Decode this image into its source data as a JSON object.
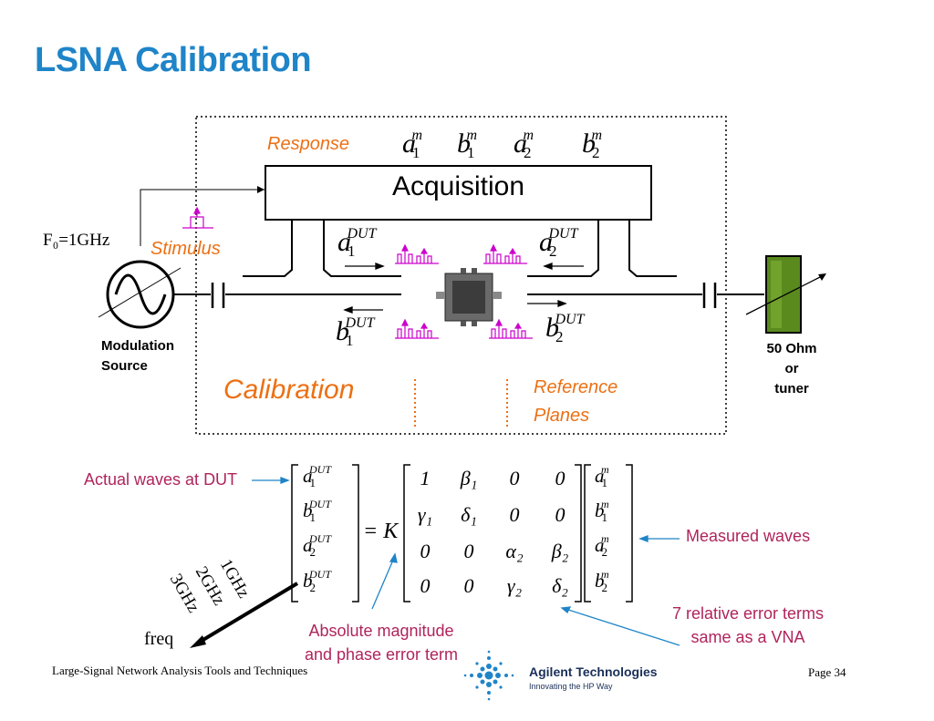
{
  "title": "LSNA Calibration",
  "diagram": {
    "response_label": "Response",
    "stimulus_label": "Stimulus",
    "acquisition_label": "Acquisition",
    "calibration_label": "Calibration",
    "reference_planes_line1": "Reference",
    "reference_planes_line2": "Planes",
    "frequency_label": "F₀=1GHz",
    "source_label_line1": "Modulation",
    "source_label_line2": "Source",
    "load_label_line1": "50 Ohm",
    "load_label_line2": "or",
    "load_label_line3": "tuner",
    "measured_waves": [
      {
        "base": "a",
        "sub": "1",
        "sup": "m"
      },
      {
        "base": "b",
        "sub": "1",
        "sup": "m"
      },
      {
        "base": "a",
        "sub": "2",
        "sup": "m"
      },
      {
        "base": "b",
        "sub": "2",
        "sup": "m"
      }
    ],
    "dut_waves": [
      {
        "base": "a",
        "sub": "1",
        "sup": "DUT"
      },
      {
        "base": "a",
        "sub": "2",
        "sup": "DUT"
      },
      {
        "base": "b",
        "sub": "1",
        "sup": "DUT"
      },
      {
        "base": "b",
        "sub": "2",
        "sup": "DUT"
      }
    ]
  },
  "equation": {
    "lhs": [
      {
        "base": "a",
        "sub": "1",
        "sup": "DUT"
      },
      {
        "base": "b",
        "sub": "1",
        "sup": "DUT"
      },
      {
        "base": "a",
        "sub": "2",
        "sup": "DUT"
      },
      {
        "base": "b",
        "sub": "2",
        "sup": "DUT"
      }
    ],
    "equals_k": "= K",
    "matrix": [
      [
        "1",
        "β₁",
        "0",
        "0"
      ],
      [
        "γ₁",
        "δ₁",
        "0",
        "0"
      ],
      [
        "0",
        "0",
        "α₂",
        "β₂"
      ],
      [
        "0",
        "0",
        "γ₂",
        "δ₂"
      ]
    ],
    "rhs": [
      {
        "base": "a",
        "sub": "1",
        "sup": "m"
      },
      {
        "base": "b",
        "sub": "1",
        "sup": "m"
      },
      {
        "base": "a",
        "sub": "2",
        "sup": "m"
      },
      {
        "base": "b",
        "sub": "2",
        "sup": "m"
      }
    ]
  },
  "annotations": {
    "actual_waves": "Actual waves at DUT",
    "measured_waves": "Measured waves",
    "error_terms_line1": "7 relative error terms",
    "error_terms_line2": "same as a VNA",
    "abs_error_line1": "Absolute magnitude",
    "abs_error_line2": "and phase error term"
  },
  "freq_axis": {
    "label": "freq",
    "ticks": [
      "1GHz",
      "2GHz",
      "3GHz"
    ]
  },
  "footer": {
    "left_text": "Large-Signal Network Analysis Tools and Techniques",
    "company": "Agilent Technologies",
    "tagline": "Innovating the HP Way",
    "page": "Page 34"
  },
  "colors": {
    "title": "#1f84c8",
    "orange": "#ec7014",
    "annotation": "#b0245c",
    "spectrum": "#cc00cc",
    "callout_line": "#1f84c8",
    "load_green": "#5a8a1e"
  }
}
